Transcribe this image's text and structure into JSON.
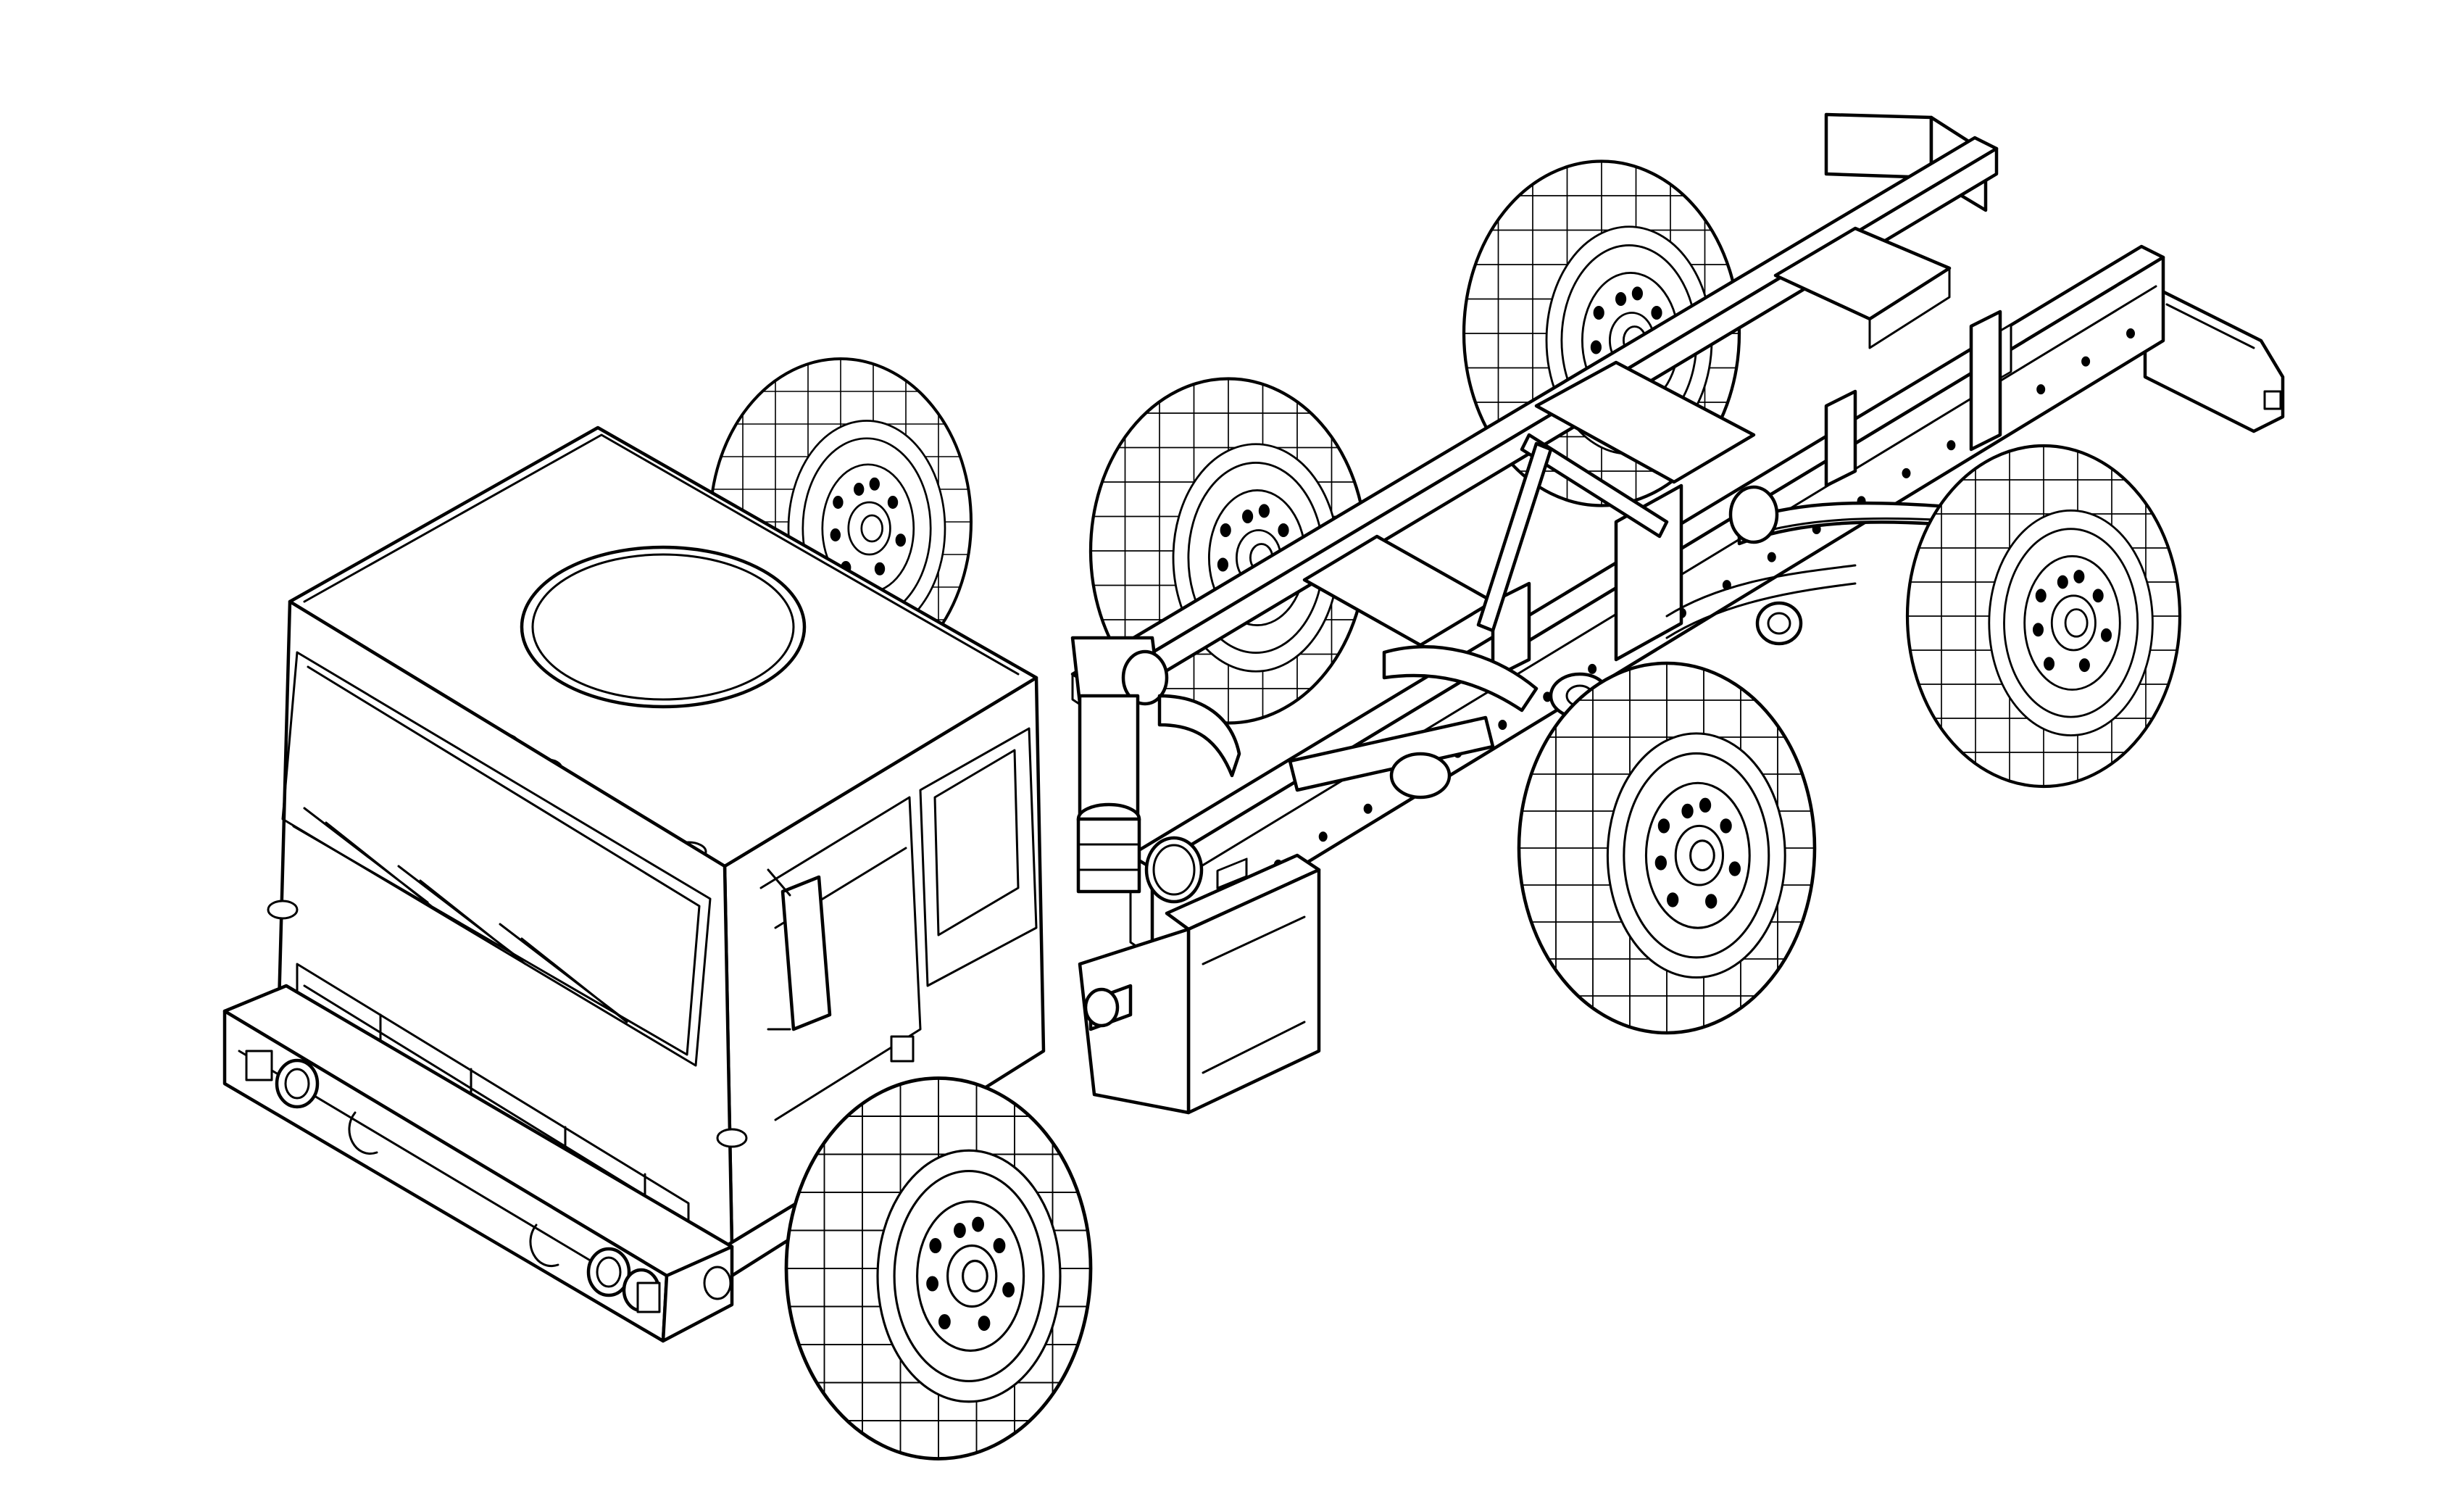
{
  "figure": {
    "subject": "",
    "colors": {
      "line": "#000000",
      "background": "#ffffff"
    },
    "icons": [
      "truck-cab",
      "chassis-frame",
      "wheel",
      "fuel-tank",
      "exhaust-stack"
    ]
  }
}
